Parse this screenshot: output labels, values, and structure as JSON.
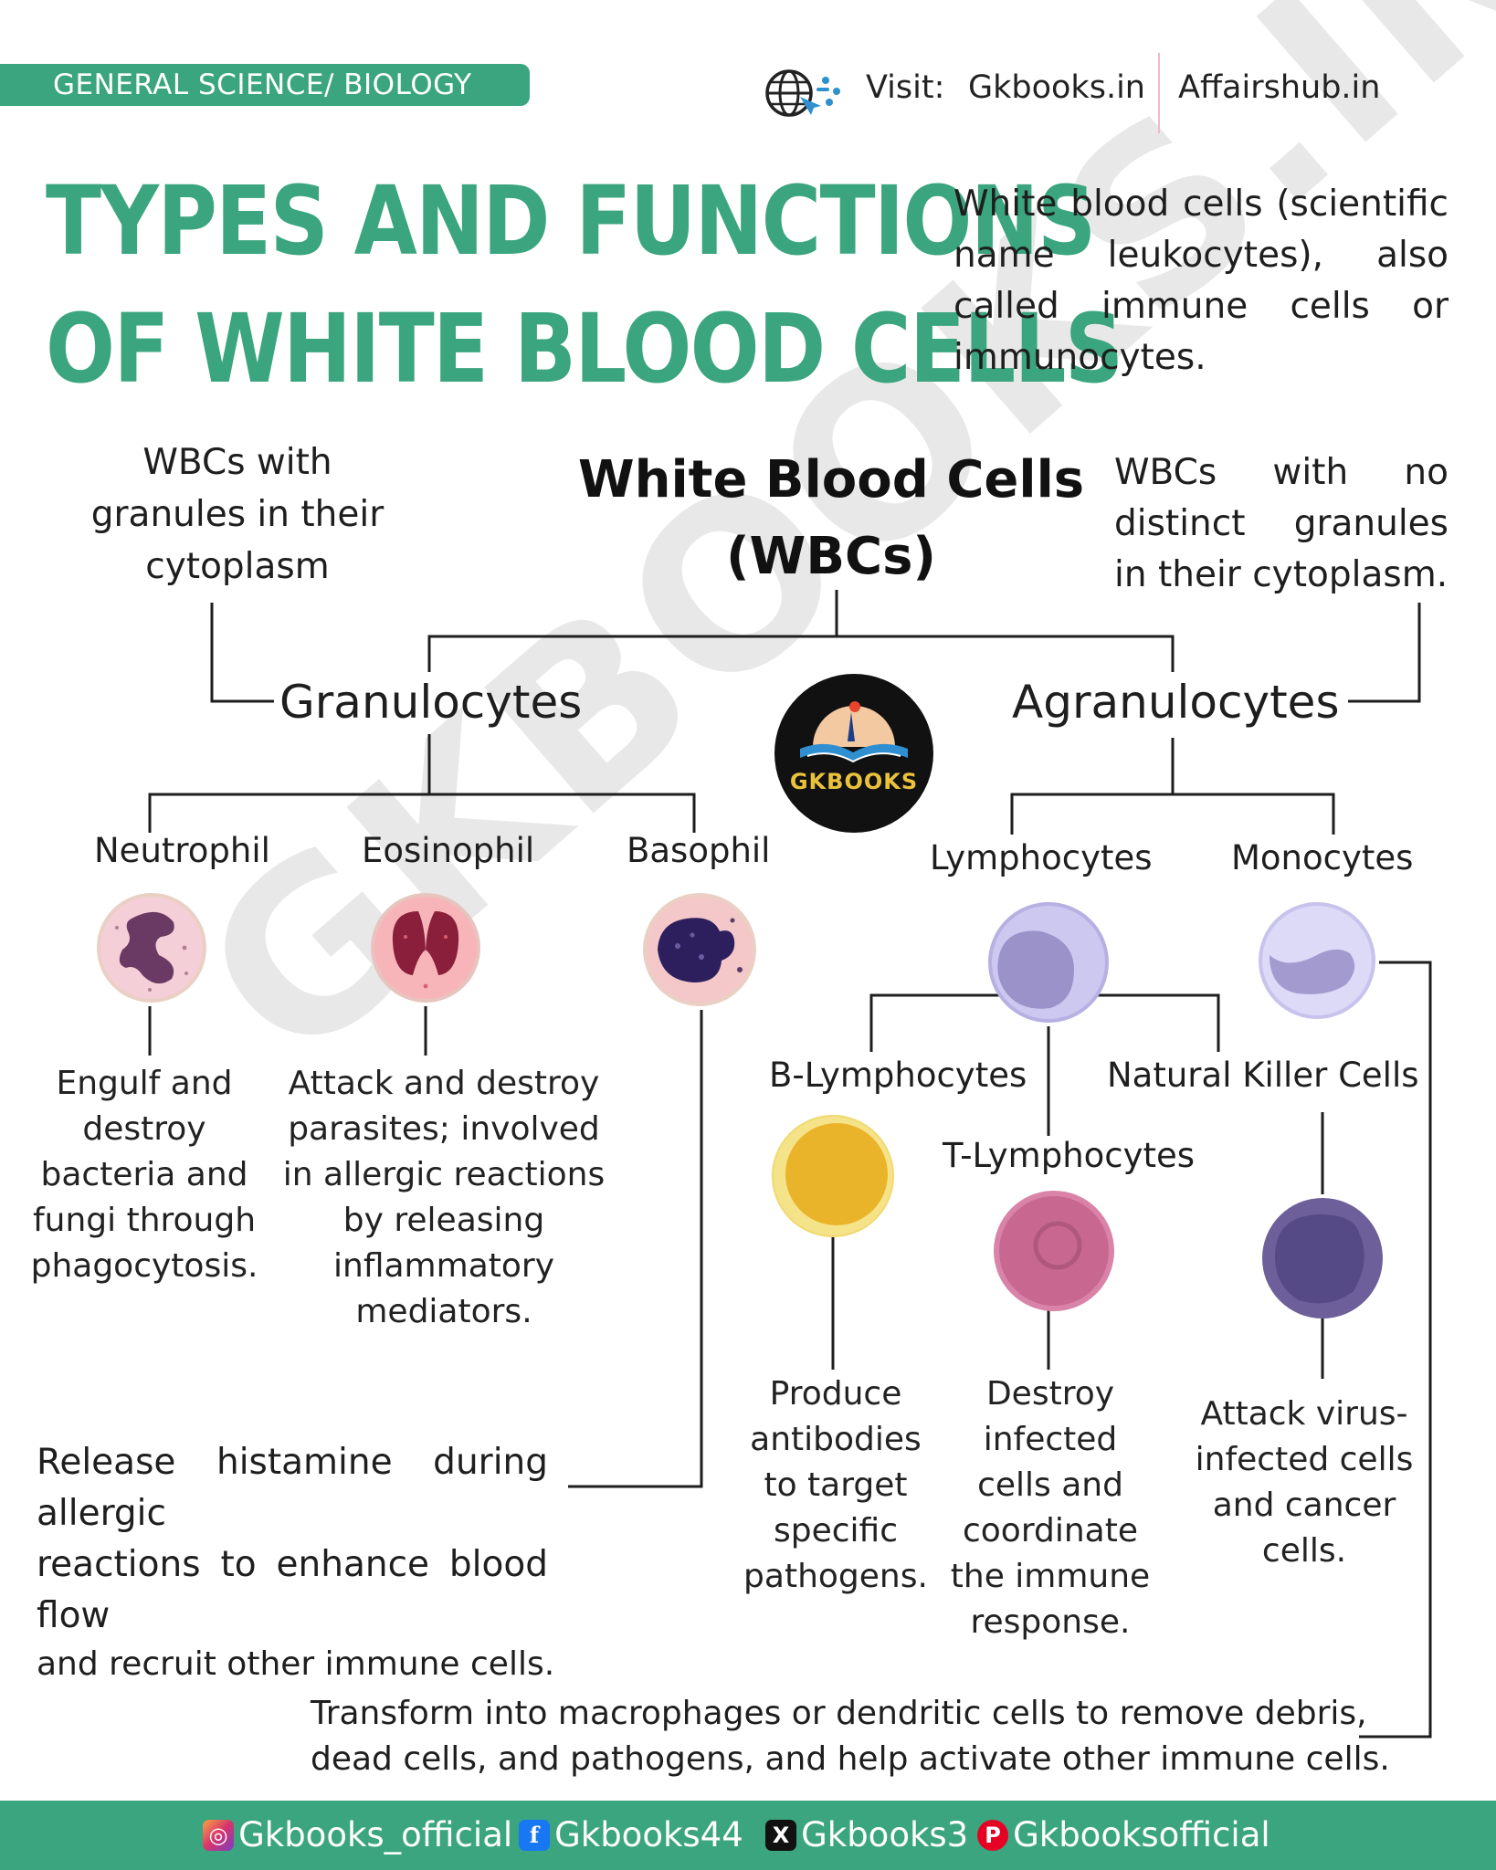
{
  "header": {
    "category_tag": "GENERAL SCIENCE/ BIOLOGY",
    "visit_label": "Visit:",
    "site_1": "Gkbooks.in",
    "site_2": "Affairshub.in",
    "globe_icon": "globe-cursor-icon"
  },
  "title": {
    "line_1": "TYPES AND FUNCTIONS",
    "line_2": "OF WHITE BLOOD CELLS"
  },
  "intro": {
    "lines": [
      "White blood cells (scientific",
      "name leukocytes), also",
      "called immune cells or",
      "immunocytes."
    ]
  },
  "root": {
    "line_1": "White Blood Cells",
    "line_2": "(WBCs)"
  },
  "granulocytes": {
    "label": "Granulocytes",
    "note_lines": [
      "WBCs with",
      "granules in their",
      "cytoplasm"
    ],
    "types": [
      {
        "name": "Neutrophil",
        "description": [
          "Engulf and",
          "destroy",
          "bacteria and",
          "fungi through",
          "phagocytosis."
        ]
      },
      {
        "name": "Eosinophil",
        "description": [
          "Attack and destroy",
          "parasites; involved",
          "in allergic reactions",
          "by releasing",
          "inflammatory",
          "mediators."
        ]
      },
      {
        "name": "Basophil",
        "description": [
          "Release histamine during allergic",
          "reactions to enhance blood flow",
          "and recruit other immune cells."
        ]
      }
    ]
  },
  "agranulocytes": {
    "label": "Agranulocytes",
    "note_lines": [
      "WBCs with no",
      "distinct granules",
      "in their cytoplasm."
    ],
    "lymphocytes": {
      "label": "Lymphocytes",
      "subtypes": [
        {
          "name": "B-Lymphocytes",
          "description": [
            "Produce",
            "antibodies",
            "to target",
            "specific",
            "pathogens."
          ]
        },
        {
          "name": "T-Lymphocytes",
          "description": [
            "Destroy",
            "infected",
            "cells and",
            "coordinate",
            "the immune",
            "response."
          ]
        },
        {
          "name": "Natural Killer Cells",
          "description": [
            "Attack virus-",
            "infected cells",
            "and cancer",
            "cells."
          ]
        }
      ]
    },
    "monocytes": {
      "label": "Monocytes",
      "description": [
        "Transform into macrophages or dendritic cells to remove debris,",
        "dead cells, and pathogens, and help activate other immune cells."
      ]
    }
  },
  "logo": {
    "text": "GKBOOKS",
    "icon": "open-book-reader-icon"
  },
  "watermark": "GKBOOKS.IN",
  "footer": {
    "items": [
      {
        "icon": "instagram-icon",
        "text": "Gkbooks_official"
      },
      {
        "icon": "facebook-icon",
        "text": "Gkbooks44"
      },
      {
        "icon": "x-icon",
        "text": "Gkbooks3"
      },
      {
        "icon": "pinterest-icon",
        "text": "Gkbooksofficial"
      }
    ]
  },
  "colors": {
    "brand_green": "#3aa57e",
    "text": "#1e1e1e"
  }
}
